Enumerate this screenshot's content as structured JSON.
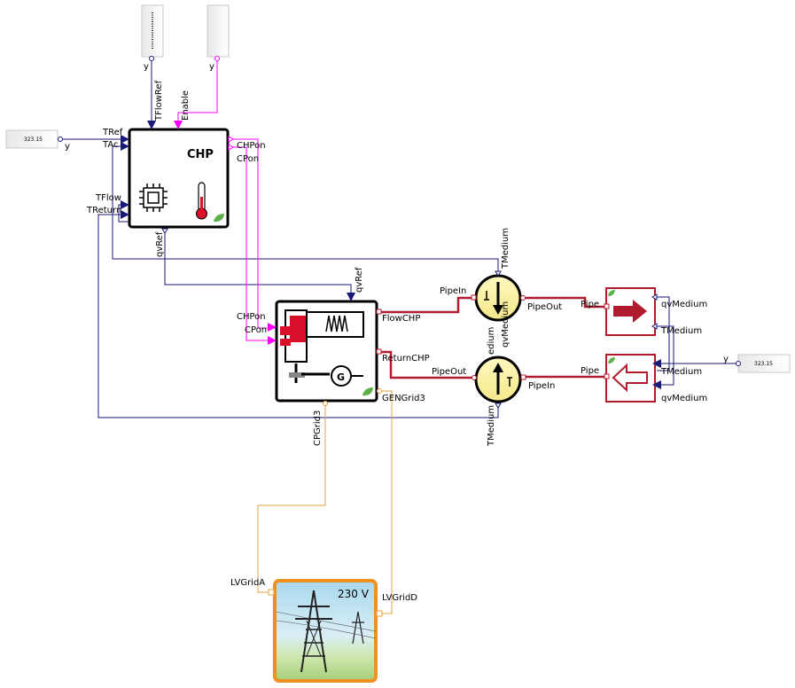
{
  "slider_top": {
    "output_label": "y"
  },
  "slider_enable": {
    "output_label": "y"
  },
  "const_left": {
    "value": "323.15",
    "output_label": "y"
  },
  "const_right": {
    "value": "323.15",
    "output_label": "y"
  },
  "chp": {
    "title": "CHP",
    "ports": {
      "tref": "TRef",
      "tac": "TAc",
      "tflow": "TFlow",
      "treturn": "TReturn",
      "tflowref": "TFlowRef",
      "enable": "Enable",
      "chpon": "CHPon",
      "cpon": "CPon",
      "qvref": "qvRef"
    }
  },
  "gen": {
    "ports": {
      "chpon": "CHPon",
      "cpon": "CPon",
      "qvref": "qvRef",
      "flowchp": "FlowCHP",
      "returnchp": "ReturnCHP",
      "gengrid": "GENGrid3",
      "cpgrid": "CPGrid3"
    }
  },
  "pump_top": {
    "pipein": "PipeIn",
    "pipeout": "PipeOut",
    "tmedium": "TMedium",
    "qvmedium": "qvMedium"
  },
  "pump_bottom": {
    "pipein": "PipeIn",
    "pipeout": "PipeOut",
    "tmedium": "TMedium",
    "qvmedium_partial": "edium",
    "qvmedium": "qvMedium"
  },
  "sink_top": {
    "pipe": "Pipe",
    "qvmedium": "qvMedium",
    "tmedium": "TMedium"
  },
  "sink_bottom": {
    "pipe": "Pipe",
    "tmedium": "TMedium",
    "qvmedium": "qvMedium"
  },
  "grid": {
    "voltage": "230 V",
    "port_a": "LVGridA",
    "port_d": "LVGridD"
  },
  "colors": {
    "signal": "#1a1a7a",
    "boolean": "#ff00ff",
    "pipe": "#b01c2e",
    "electric": "#e8a040",
    "grid_border": "#f0901e"
  }
}
